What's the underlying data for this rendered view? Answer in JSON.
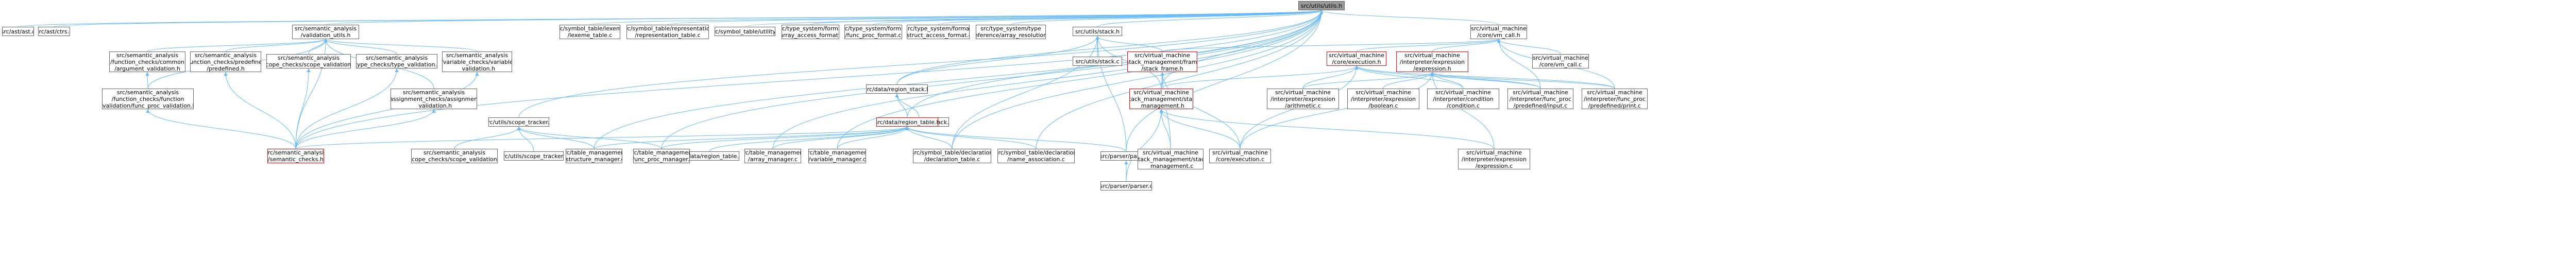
{
  "diagram": {
    "colors": {
      "edge": "#63b8ff",
      "node_border": "#666666",
      "root_fill": "#999999",
      "highlight_border": "#ff0000"
    },
    "nodes": [
      {
        "id": "root",
        "label": "src/utils/utils.h",
        "root": true
      },
      {
        "id": "ast",
        "label": "src/ast/ast.c"
      },
      {
        "id": "ast_ctrs",
        "label": "src/ast/ctrs.c"
      },
      {
        "id": "validation_utils",
        "label": "src/semantic_analysis\n/validation_utils.h"
      },
      {
        "id": "fc_common",
        "label": "src/semantic_analysis\n/function_checks/common\n/argument_validation.h"
      },
      {
        "id": "fc_predefined",
        "label": "src/semantic_analysis\n/function_checks/predefined\n/predefined.h"
      },
      {
        "id": "sc_scope",
        "label": "src/semantic_analysis\n/scope_checks/scope_validation.h"
      },
      {
        "id": "tc_type",
        "label": "src/semantic_analysis\n/type_checks/type_validation.h"
      },
      {
        "id": "vc_variable",
        "label": "src/semantic_analysis\n/variable_checks/variable\n_validation.h"
      },
      {
        "id": "fc_function",
        "label": "src/semantic_analysis\n/function_checks/function\n_validation/func_proc_validation.h"
      },
      {
        "id": "ac_assign",
        "label": "src/semantic_analysis\n/assignment_checks/assignment\n_validation.h"
      },
      {
        "id": "semantic_checks",
        "label": "src/semantic_analysis\n/semantic_checks.h",
        "hl": true
      },
      {
        "id": "scope_checks_c",
        "label": "src/semantic_analysis\n/scope_checks/scope_validation.c"
      },
      {
        "id": "scope_tracker_h",
        "label": "src/utils/scope_tracker.h"
      },
      {
        "id": "scope_tracker_c",
        "label": "src/utils/scope_tracker.c"
      },
      {
        "id": "st_lexeme",
        "label": "src/symbol_table/lexeme\n/lexeme_table.c"
      },
      {
        "id": "st_representation",
        "label": "src/symbol_table/representation\n/representation_table.c"
      },
      {
        "id": "st_utility",
        "label": "src/symbol_table/utility.c"
      },
      {
        "id": "region_stack_h",
        "label": "src/data/region_stack.h"
      },
      {
        "id": "region_stack_c",
        "label": "src/data/region_stack.c"
      },
      {
        "id": "region_table_h",
        "label": "src/data/region_table.h",
        "hl": true
      },
      {
        "id": "region_table_c",
        "label": "src/data/region_table.c"
      },
      {
        "id": "tm_structure",
        "label": "src/table_management\n/structure_manager.c"
      },
      {
        "id": "tm_func",
        "label": "src/table_management\n/func_proc_manager.c"
      },
      {
        "id": "tm_array",
        "label": "src/table_management\n/array_manager.c"
      },
      {
        "id": "tm_variable",
        "label": "src/table_management\n/variable_manager.c"
      },
      {
        "id": "std_decl_table",
        "label": "src/symbol_table/declaration\n/declaration_table.c"
      },
      {
        "id": "std_name_assoc",
        "label": "src/symbol_table/declaration\n/name_association.c"
      },
      {
        "id": "tsf_array",
        "label": "src/type_system/format\n/array_access_format.c"
      },
      {
        "id": "tsf_func",
        "label": "src/type_system/format\n/func_proc_format.c"
      },
      {
        "id": "tsf_struct",
        "label": "src/type_system/format\n/struct_access_format.c"
      },
      {
        "id": "ts_inference",
        "label": "src/type_system/type\n_inference/array_resolution.c"
      },
      {
        "id": "stack_h",
        "label": "src/utils/stack.h"
      },
      {
        "id": "stack_c",
        "label": "src/utils/stack.c"
      },
      {
        "id": "parser_h",
        "label": "src/parser/parser.h"
      },
      {
        "id": "parser_c",
        "label": "src/parser/parser.c"
      },
      {
        "id": "vm_frame_h",
        "label": "src/virtual_machine\n/stack_management/frame\n/stack_frame.h",
        "hl": true
      },
      {
        "id": "vm_sm_h",
        "label": "src/virtual_machine\n/stack_management/stack\n_management.h",
        "hl": true
      },
      {
        "id": "vm_sm_c",
        "label": "src/virtual_machine\n/stack_management/stack\n_management.c"
      },
      {
        "id": "vm_exec_c",
        "label": "src/virtual_machine\n/core/execution.c"
      },
      {
        "id": "vm_call_h",
        "label": "src/virtual_machine\n/core/vm_call.h"
      },
      {
        "id": "vm_execution_h",
        "label": "src/virtual_machine\n/core/execution.h",
        "hl": true
      },
      {
        "id": "vm_expression_h",
        "label": "src/virtual_machine\n/interpreter/expression\n/expression.h",
        "hl": true
      },
      {
        "id": "vm_call_c",
        "label": "src/virtual_machine\n/core/vm_call.c"
      },
      {
        "id": "vm_arith",
        "label": "src/virtual_machine\n/interpreter/expression\n/arithmetic.c"
      },
      {
        "id": "vm_bool",
        "label": "src/virtual_machine\n/interpreter/expression\n/boolean.c"
      },
      {
        "id": "vm_cond",
        "label": "src/virtual_machine\n/interpreter/condition\n/condition.c"
      },
      {
        "id": "vm_input",
        "label": "src/virtual_machine\n/interpreter/func_proc\n/predefined/input.c"
      },
      {
        "id": "vm_print",
        "label": "src/virtual_machine\n/interpreter/func_proc\n/predefined/print.c"
      },
      {
        "id": "vm_expr_c",
        "label": "src/virtual_machine\n/interpreter/expression\n/expression.c"
      }
    ],
    "edges": [
      [
        "root",
        "ast"
      ],
      [
        "root",
        "ast_ctrs"
      ],
      [
        "root",
        "validation_utils"
      ],
      [
        "root",
        "scope_tracker_h"
      ],
      [
        "root",
        "st_lexeme"
      ],
      [
        "root",
        "st_representation"
      ],
      [
        "root",
        "st_utility"
      ],
      [
        "root",
        "region_stack_h"
      ],
      [
        "root",
        "region_table_h"
      ],
      [
        "root",
        "tsf_array"
      ],
      [
        "root",
        "tsf_func"
      ],
      [
        "root",
        "tsf_struct"
      ],
      [
        "root",
        "ts_inference"
      ],
      [
        "root",
        "stack_h"
      ],
      [
        "root",
        "vm_call_h"
      ],
      [
        "root",
        "semantic_checks"
      ],
      [
        "root",
        "tm_structure"
      ],
      [
        "root",
        "tm_func"
      ],
      [
        "root",
        "tm_array"
      ],
      [
        "root",
        "tm_variable"
      ],
      [
        "root",
        "std_decl_table"
      ],
      [
        "root",
        "std_name_assoc"
      ],
      [
        "root",
        "parser_h"
      ],
      [
        "root",
        "vm_sm_h"
      ],
      [
        "validation_utils",
        "fc_common"
      ],
      [
        "validation_utils",
        "fc_predefined"
      ],
      [
        "validation_utils",
        "sc_scope"
      ],
      [
        "validation_utils",
        "tc_type"
      ],
      [
        "validation_utils",
        "vc_variable"
      ],
      [
        "validation_utils",
        "fc_function"
      ],
      [
        "validation_utils",
        "ac_assign"
      ],
      [
        "validation_utils",
        "semantic_checks"
      ],
      [
        "fc_common",
        "fc_function"
      ],
      [
        "fc_function",
        "semantic_checks"
      ],
      [
        "fc_predefined",
        "semantic_checks"
      ],
      [
        "sc_scope",
        "semantic_checks"
      ],
      [
        "tc_type",
        "semantic_checks"
      ],
      [
        "vc_variable",
        "semantic_checks"
      ],
      [
        "ac_assign",
        "semantic_checks"
      ],
      [
        "scope_tracker_h",
        "scope_checks_c"
      ],
      [
        "scope_tracker_h",
        "scope_tracker_c"
      ],
      [
        "scope_tracker_h",
        "tm_structure"
      ],
      [
        "scope_tracker_h",
        "tm_func"
      ],
      [
        "region_stack_h",
        "region_stack_c"
      ],
      [
        "region_stack_h",
        "region_table_h"
      ],
      [
        "region_table_h",
        "region_table_c"
      ],
      [
        "region_table_h",
        "tm_structure"
      ],
      [
        "region_table_h",
        "tm_func"
      ],
      [
        "region_table_h",
        "tm_array"
      ],
      [
        "region_table_h",
        "tm_variable"
      ],
      [
        "region_table_h",
        "std_decl_table"
      ],
      [
        "region_table_h",
        "std_name_assoc"
      ],
      [
        "region_table_h",
        "parser_h"
      ],
      [
        "region_table_h",
        "semantic_checks"
      ],
      [
        "stack_h",
        "stack_c"
      ],
      [
        "stack_h",
        "region_stack_h"
      ],
      [
        "stack_h",
        "vm_frame_h"
      ],
      [
        "stack_h",
        "vm_sm_h"
      ],
      [
        "stack_h",
        "std_decl_table"
      ],
      [
        "stack_h",
        "parser_h"
      ],
      [
        "parser_h",
        "parser_c"
      ],
      [
        "vm_frame_h",
        "vm_sm_h"
      ],
      [
        "vm_frame_h",
        "vm_sm_c"
      ],
      [
        "vm_frame_h",
        "vm_exec_c"
      ],
      [
        "vm_sm_h",
        "vm_sm_c"
      ],
      [
        "vm_sm_h",
        "vm_exec_c"
      ],
      [
        "vm_sm_h",
        "vm_expr_c"
      ],
      [
        "vm_sm_h",
        "parser_c"
      ],
      [
        "vm_call_h",
        "vm_execution_h"
      ],
      [
        "vm_call_h",
        "vm_expression_h"
      ],
      [
        "vm_call_h",
        "vm_call_c"
      ],
      [
        "vm_call_h",
        "vm_frame_h"
      ],
      [
        "vm_call_h",
        "vm_input"
      ],
      [
        "vm_call_h",
        "vm_print"
      ],
      [
        "vm_execution_h",
        "vm_exec_c"
      ],
      [
        "vm_execution_h",
        "vm_cond"
      ],
      [
        "vm_execution_h",
        "vm_input"
      ],
      [
        "vm_execution_h",
        "vm_print"
      ],
      [
        "vm_execution_h",
        "vm_arith"
      ],
      [
        "vm_execution_h",
        "vm_sm_h"
      ],
      [
        "vm_expression_h",
        "vm_arith"
      ],
      [
        "vm_expression_h",
        "vm_bool"
      ],
      [
        "vm_expression_h",
        "vm_cond"
      ],
      [
        "vm_expression_h",
        "vm_input"
      ],
      [
        "vm_expression_h",
        "vm_print"
      ],
      [
        "vm_expression_h",
        "vm_expr_c"
      ],
      [
        "vm_expression_h",
        "vm_exec_c"
      ]
    ]
  }
}
